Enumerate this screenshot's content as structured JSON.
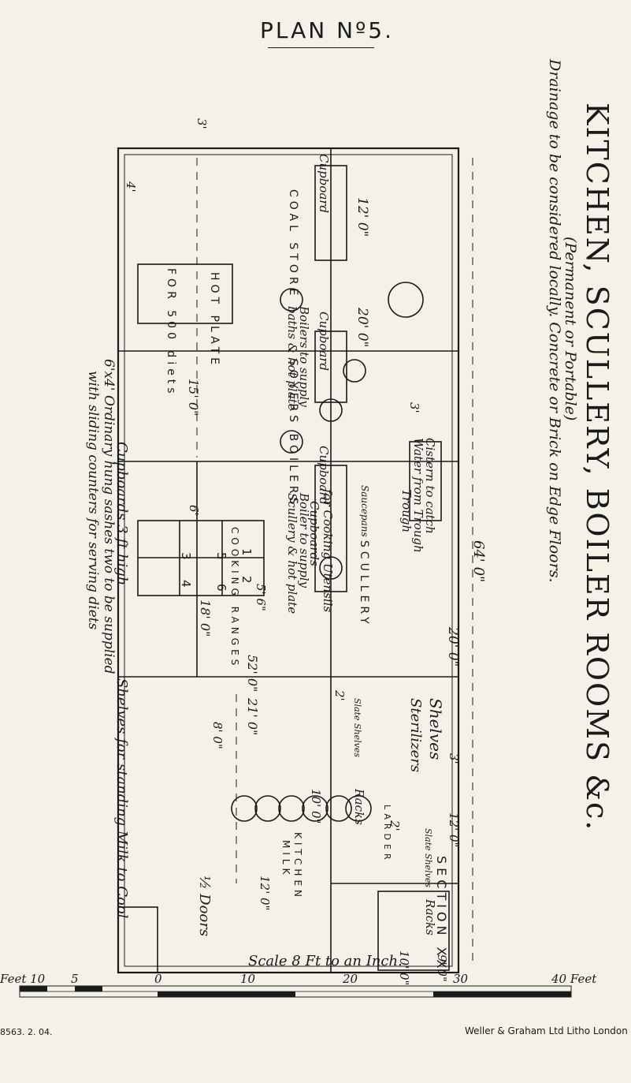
{
  "plan_no": "PLAN Nº5.",
  "title": "KITCHEN, SCULLERY, BOILER ROOMS &c.",
  "subtitle": "(Permanent or Portable)",
  "note": "Drainage to be considered locally. Concrete or Brick on Edge Floors.",
  "section": "SECTION XX",
  "rooms": {
    "coal_store": "COAL STORE",
    "soyers_boilers": "SOYERS BOILERS",
    "scullery": "SCULLERY",
    "larder": "LARDER",
    "kitchen": "KITCHEN",
    "milk": "MILK",
    "hot_plate": "HOT PLATE",
    "for_500_diets": "FOR 500 diets",
    "cooking_ranges": "COOKING RANGES"
  },
  "labels": {
    "cistern": "Cistern to catch",
    "water_trough": "Water from Trough",
    "trough": "Trough",
    "saucepans": "Saucepans",
    "cooking_utensils": "for Cooking Utensils",
    "cupboards1": "Cupboards",
    "cupboard_a": "Cupboard",
    "cupboard_b": "Cupboard",
    "cupboard_c": "Cupboard",
    "boilers_supply": "Boilers to supply",
    "baths_hotplate": "baths & hot plate",
    "boiler_supply": "Boiler to supply",
    "scullery_hotplate": "Scullery & hot plate",
    "shelves": "Shelves",
    "sterilizers": "Sterilizers",
    "slate_shelves": "Slate Shelves",
    "slate_shelves2": "Slate Shelves",
    "racks": "Racks",
    "racks2": "Racks",
    "doors": "½ Doors",
    "shelves_milk": "Shelves for standing Milk to Cool",
    "cupboards_high": "Cupboards 3 ft high",
    "windows": "6'x4' Ordinary hung sashes two to be supplied",
    "counters": "with sliding counters for serving diets"
  },
  "dims": {
    "overall": "64' 0\"",
    "coal_w": "12' 0\"",
    "boiler_w": "20' 0\"",
    "scullery_w": "20' 0\"",
    "larder_w": "12' 0\"",
    "larder_d": "10' 0\"",
    "sec_w": "10' 0\"",
    "sec_top": "9' 0\"",
    "depth_52": "52' 0\"",
    "depth_21": "21' 0\"",
    "milk_w": "12' 0\"",
    "hot_15": "15' 0\"",
    "cook_18": "18' 0\"",
    "d6": "6'",
    "d8": "8' 0\"",
    "d4": "4'",
    "d3": "3'",
    "d56": "5' 6\"",
    "d3b": "3'",
    "d2": "2'",
    "d23": "2'",
    "d3c": "3'"
  },
  "ranges": [
    "1",
    "2",
    "3",
    "4",
    "5",
    "6"
  ],
  "scale": {
    "caption": "Scale 8 Ft to an Inch.",
    "ticks": [
      "Feet 10",
      "5",
      "0",
      "10",
      "20",
      "30",
      "40 Feet"
    ]
  },
  "printer": "Weller & Graham Ltd Litho London",
  "ref": "8563. 2. 04."
}
